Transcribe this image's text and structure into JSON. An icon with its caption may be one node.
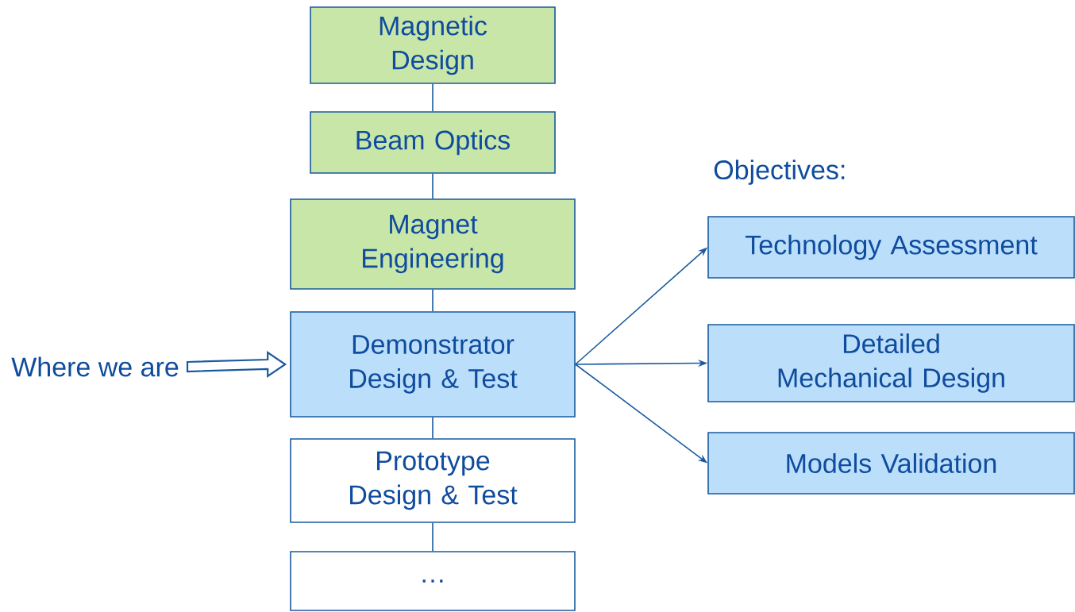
{
  "diagram": {
    "nodes": [
      {
        "text": [
          "Magnetic Design"
        ]
      },
      {
        "text": [
          "Beam Optics"
        ]
      },
      {
        "text": [
          "Magnet Engineering"
        ]
      },
      {
        "text": [
          "Demonstrator Design & Test"
        ]
      },
      {
        "text": [
          "Prototype Design & Test"
        ]
      },
      {
        "text": [
          "…"
        ]
      },
      {
        "text": [
          "Technology Assessment"
        ]
      },
      {
        "text": [
          "Detailed Mechanical Design"
        ]
      },
      {
        "text": [
          "Models Validation"
        ]
      },
      {
        "text": [
          "Where we are"
        ]
      }
    ],
    "edges": [
      {
        "from": 0,
        "to": 1,
        "arrow": "none"
      },
      {
        "from": 1,
        "to": 2,
        "arrow": "none"
      },
      {
        "from": 2,
        "to": 3,
        "arrow": "none"
      },
      {
        "from": 3,
        "to": 4,
        "arrow": "none"
      },
      {
        "from": 4,
        "to": 5,
        "arrow": "none"
      },
      {
        "from": 3,
        "to": 6,
        "arrow": "to"
      },
      {
        "from": 3,
        "to": 7,
        "arrow": "to"
      },
      {
        "from": 3,
        "to": 8,
        "arrow": "to"
      },
      {
        "from": 9,
        "to": 3,
        "arrow": "to",
        "style": "thick"
      }
    ],
    "labels": [
      "Objectives:"
    ]
  }
}
